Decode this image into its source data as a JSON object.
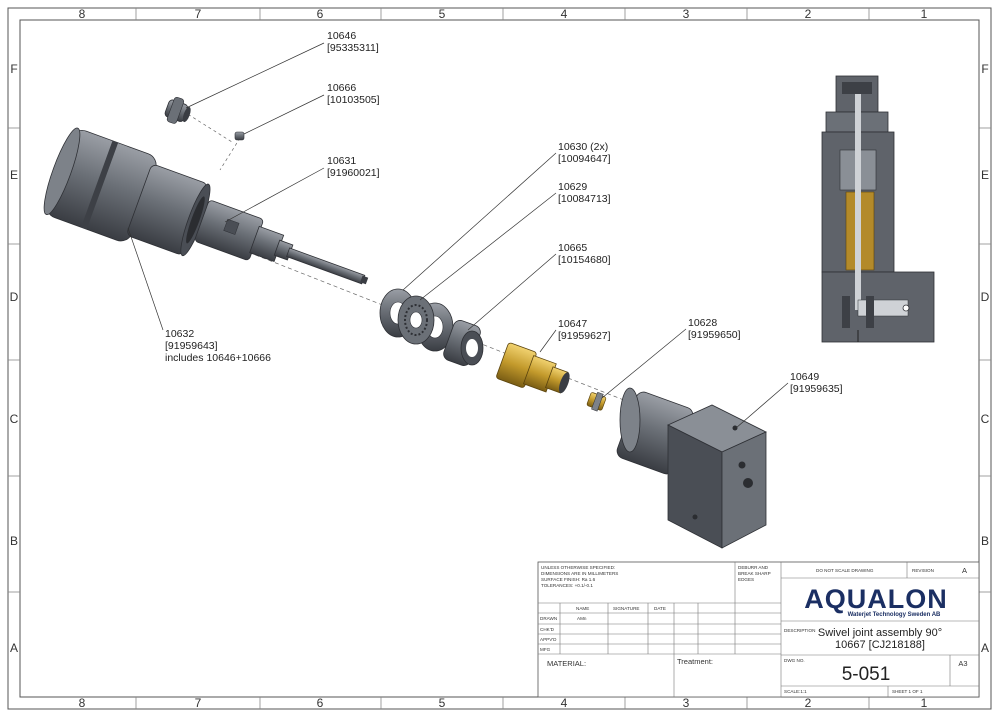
{
  "zones": {
    "columns": [
      "8",
      "7",
      "6",
      "5",
      "4",
      "3",
      "2",
      "1"
    ],
    "rows": [
      "F",
      "E",
      "D",
      "C",
      "B",
      "A"
    ]
  },
  "callouts": [
    {
      "part": "10646",
      "ref": "[95335311]"
    },
    {
      "part": "10666",
      "ref": "[10103505]"
    },
    {
      "part": "10631",
      "ref": "[91960021]"
    },
    {
      "part": "10630 (2x)",
      "ref": "[10094647]"
    },
    {
      "part": "10629",
      "ref": "[10084713]"
    },
    {
      "part": "10665",
      "ref": "[10154680]"
    },
    {
      "part": "10647",
      "ref": "[91959627]"
    },
    {
      "part": "10628",
      "ref": "[91959650]"
    },
    {
      "part": "10649",
      "ref": "[91959635]"
    },
    {
      "part": "10632",
      "ref": "[91959643]",
      "note": "includes 10646+10666"
    }
  ],
  "title_block": {
    "spec_lines": [
      "UNLESS OTHERWISE SPECIFIED:",
      "DIMENSIONS ARE IN MILLIMETERS",
      "SURFACE FINISH: Ra 1.6",
      "TOLERANCES: +0.1/-0.1"
    ],
    "deburr_lines": [
      "DEBURR AND",
      "BREAK SHARP",
      "EDGES"
    ],
    "do_not_scale": "DO NOT SCALE DRAWING",
    "revision_label": "REVISION",
    "revision_value": "A",
    "headers": {
      "name": "NAME",
      "signature": "SIGNATURE",
      "date": "DATE"
    },
    "rows": [
      {
        "label": "DRAWN",
        "name": "AMn"
      },
      {
        "label": "CHK'D",
        "name": ""
      },
      {
        "label": "APPV'D",
        "name": ""
      },
      {
        "label": "MFG",
        "name": ""
      }
    ],
    "material_label": "MATERIAL:",
    "treatment_label": "Treatment:",
    "description_label": "DESCRIPTION",
    "description_line1": "Swivel joint assembly 90°",
    "description_line2": "10667 [CJ218188]",
    "dwg_no_label": "DWG NO.",
    "dwg_no": "5-051",
    "size": "A3",
    "scale": "SCALE:1:1",
    "sheet": "SHEET 1 OF 1"
  },
  "logo": {
    "name": "AQUALON",
    "tagline": "Waterjet Technology Sweden AB"
  },
  "colors": {
    "metal": "#5f636a",
    "metal_dark": "#3d4046",
    "metal_light": "#8a8f96",
    "brass": "#c8a032",
    "border": "#555555",
    "logo": "#1b2f63"
  }
}
